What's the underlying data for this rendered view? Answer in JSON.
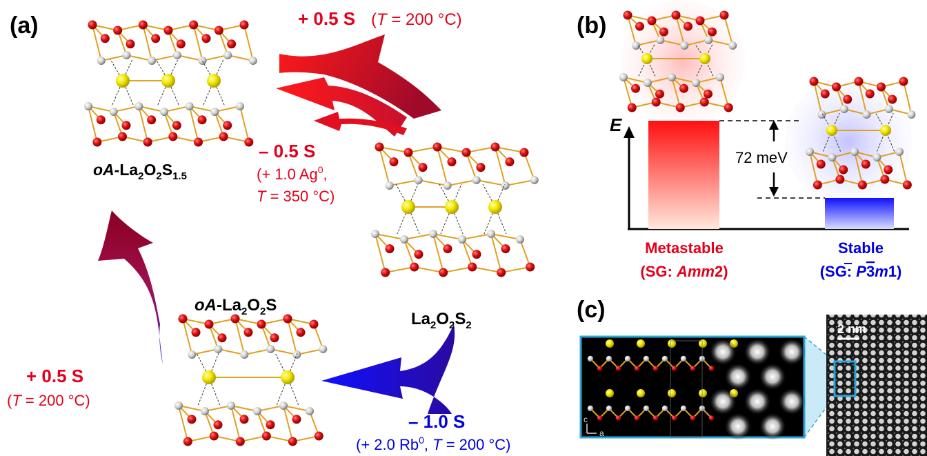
{
  "panel_a": {
    "label": "(a)",
    "top_arrow": {
      "amount": "+ 0.5 S",
      "cond_open": "(",
      "cond_T": "T",
      "cond_rest": " = 200 °C)"
    },
    "left_compound": {
      "prefix": "oA",
      "formula": "-La",
      "sub1": "2",
      "o": "O",
      "sub2": "2",
      "s": "S",
      "sub3": "1.5"
    },
    "middle_arrow": {
      "amount": "– 0.5 S",
      "line2_pre": "(+ 1.0 Ag",
      "line2_sup": "0",
      "line2_post": ",",
      "line3_T": "T",
      "line3_rest": " = 350 °C)"
    },
    "right_compound": {
      "la": "La",
      "sub1": "2",
      "o": "O",
      "sub2": "2",
      "s": "S",
      "sub3": "2"
    },
    "bottom_compound": {
      "prefix": "oA",
      "la": "-La",
      "sub1": "2",
      "o": "O",
      "sub2": "2",
      "s": "S"
    },
    "left_arrow": {
      "amount": "+ 0.5 S",
      "cond_open": "(",
      "cond_T": "T",
      "cond_rest": " = 200 °C)"
    },
    "bottom_arrow": {
      "amount": "– 1.0 S",
      "cond_pre": "(+ 2.0 Rb",
      "cond_sup": "0",
      "cond_mid": ", ",
      "cond_T": "T",
      "cond_rest": " = 200 °C)"
    }
  },
  "panel_b": {
    "label": "(b)",
    "axis_label": "E",
    "energy_gap": "72 meV",
    "metastable": {
      "title": "Metastable",
      "sg_pre": "(SG: ",
      "sg_it": "Amm",
      "sg_post": "2)"
    },
    "stable": {
      "title": "Stable",
      "sg_pre": "(SG: ",
      "sg_it": "P",
      "sg_bar": "3",
      "sg_it2": "m",
      "sg_post": "1)"
    }
  },
  "panel_c": {
    "label": "(c)",
    "scale_bar": "2 nm",
    "axis_c": "c",
    "axis_a": "a"
  },
  "colors": {
    "red": "#e3001b",
    "blue": "#0000e0",
    "oxygen": "#dd1111",
    "lanthanum": "#cfcfcf",
    "sulfur": "#f2e600",
    "bond": "#e0a020",
    "frame_cyan": "#2aa6d8"
  }
}
